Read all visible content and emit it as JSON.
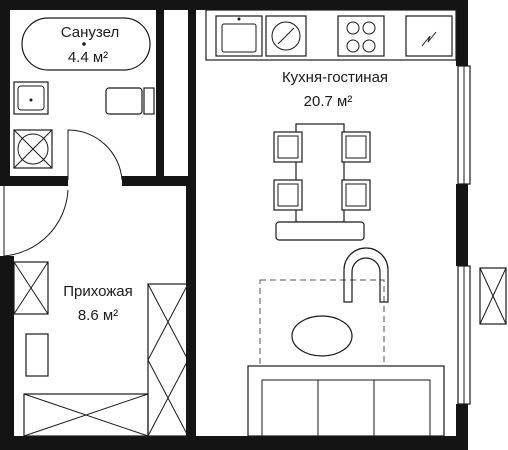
{
  "rooms": [
    {
      "name": "Санузел",
      "area": "4.4 м²"
    },
    {
      "name": "Кухня-гостиная",
      "area": "20.7 м²"
    },
    {
      "name": "Прихожая",
      "area": "8.6 м²"
    }
  ]
}
